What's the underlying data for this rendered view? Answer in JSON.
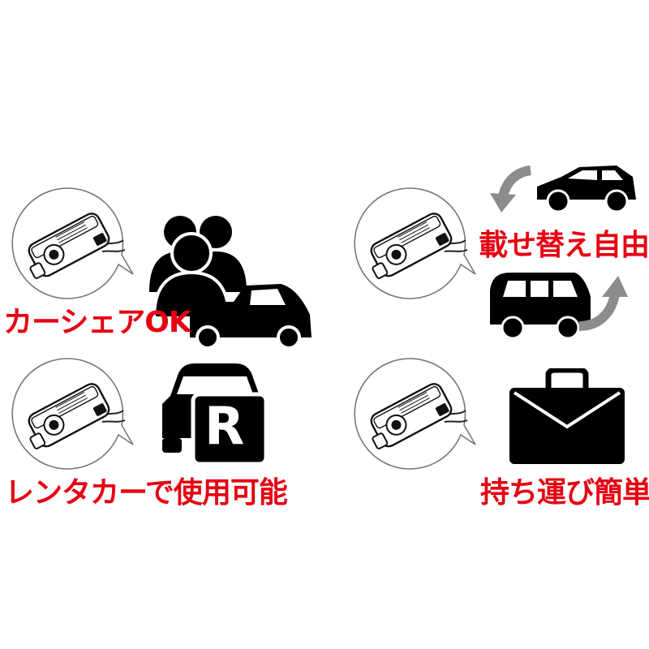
{
  "features": [
    {
      "caption": "カーシェアOK",
      "icon": "car-share-people-icon"
    },
    {
      "caption": "載せ替え自由",
      "icon": "swap-vehicles-icon"
    },
    {
      "caption": "レンタカーで使用可能",
      "icon": "rental-car-icon"
    },
    {
      "caption": "持ち運び簡単",
      "icon": "briefcase-icon"
    }
  ],
  "rental_badge_letter": "R",
  "colors": {
    "caption": "#e60012",
    "icon": "#000000",
    "arrow": "#8c8c8c",
    "bubble_stroke": "#555555"
  }
}
